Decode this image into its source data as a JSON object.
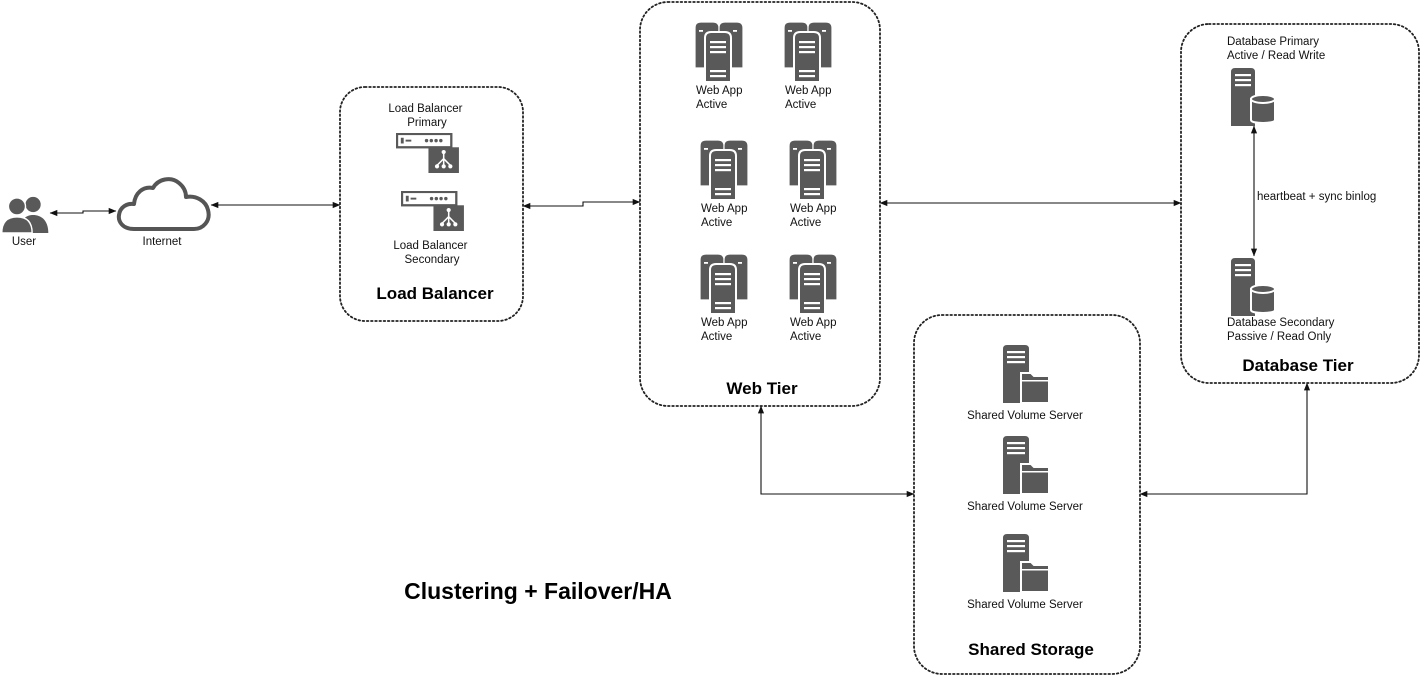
{
  "diagram_title": "Clustering + Failover/HA",
  "actors": {
    "user": "User",
    "internet": "Internet"
  },
  "load_balancer_group": {
    "title": "Load Balancer",
    "primary": [
      "Load Balancer",
      "Primary"
    ],
    "secondary": [
      "Load Balancer",
      "Secondary"
    ]
  },
  "web_tier": {
    "title": "Web Tier",
    "nodes": [
      [
        "Web App",
        "Active"
      ],
      [
        "Web App",
        "Active"
      ],
      [
        "Web App",
        "Active"
      ],
      [
        "Web App",
        "Active"
      ],
      [
        "Web App",
        "Active"
      ],
      [
        "Web App",
        "Active"
      ]
    ]
  },
  "database_tier": {
    "title": "Database Tier",
    "primary": [
      "Database Primary",
      "Active / Read Write"
    ],
    "secondary": [
      "Database Secondary",
      "Passive / Read Only"
    ],
    "link_label": "heartbeat + sync binlog"
  },
  "shared_storage": {
    "title": "Shared Storage",
    "servers": [
      "Shared Volume Server",
      "Shared Volume Server",
      "Shared Volume Server"
    ]
  },
  "icons": {
    "user": "users-icon",
    "internet": "cloud-icon",
    "load_balancer": "load-balancer-icon",
    "web_app": "server-cluster-icon",
    "database": "database-server-icon",
    "shared_volume": "file-server-icon"
  },
  "colors": {
    "icon": "#595959",
    "line": "#111111",
    "background": "#ffffff"
  }
}
